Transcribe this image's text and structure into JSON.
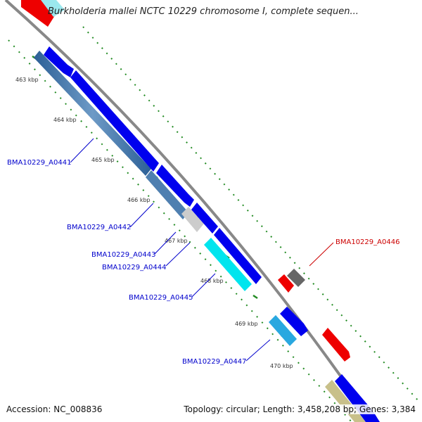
{
  "title": "Burkholderia mallei NCTC 10229 chromosome I, complete sequen...",
  "footer": {
    "accession": "Accession: NC_008836",
    "summary": "Topology: circular; Length: 3,458,208 bp; Genes: 3,384"
  },
  "ticks": [
    "463 kbp",
    "464 kbp",
    "465 kbp",
    "466 kbp",
    "467 kbp",
    "468 kbp",
    "469 kbp",
    "470 kbp"
  ],
  "gene_labels": [
    {
      "text": "BMA10229_A0441",
      "color": "#0000cc"
    },
    {
      "text": "BMA10229_A0442",
      "color": "#0000cc"
    },
    {
      "text": "BMA10229_A0443",
      "color": "#0000cc"
    },
    {
      "text": "BMA10229_A0444",
      "color": "#0000cc"
    },
    {
      "text": "BMA10229_A0445",
      "color": "#0000cc"
    },
    {
      "text": "BMA10229_A0446",
      "color": "#cc0000"
    },
    {
      "text": "BMA10229_A0447",
      "color": "#0000cc"
    }
  ],
  "colors": {
    "backbone": "#888888",
    "tick_dots": "#228b22",
    "cds_forward": "#0000ee",
    "gene_blue": "#4f7fb0",
    "gene_cyan": "#00e5ee",
    "gene_red": "#ee0000",
    "gene_gray": "#666666",
    "gene_light_gray": "#cccccc",
    "gene_sky": "#29a8e0",
    "gene_khaki": "#c8c08a"
  }
}
